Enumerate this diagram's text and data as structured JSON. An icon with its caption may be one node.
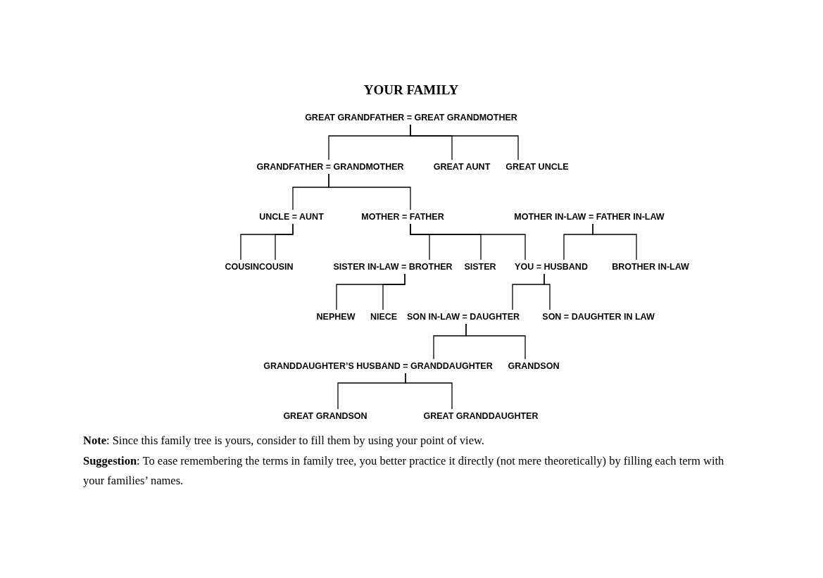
{
  "diagram": {
    "title": "YOUR FAMILY",
    "nodes": [
      {
        "text": [
          "GREAT GRANDFATHER = GREAT GRANDMOTHER"
        ]
      },
      {
        "text": [
          "GRANDFATHER = GRANDMOTHER"
        ]
      },
      {
        "text": [
          "GREAT AUNT"
        ]
      },
      {
        "text": [
          "GREAT UNCLE"
        ]
      },
      {
        "text": [
          "UNCLE = AUNT"
        ]
      },
      {
        "text": [
          "MOTHER = FATHER"
        ]
      },
      {
        "text": [
          "MOTHER IN-LAW = FATHER IN-LAW"
        ]
      },
      {
        "text": [
          "COUSIN"
        ]
      },
      {
        "text": [
          "COUSIN"
        ]
      },
      {
        "text": [
          "SISTER IN-LAW = BROTHER"
        ]
      },
      {
        "text": [
          "SISTER"
        ]
      },
      {
        "text": [
          "YOU = HUSBAND"
        ]
      },
      {
        "text": [
          "BROTHER IN-LAW"
        ]
      },
      {
        "text": [
          "NEPHEW"
        ]
      },
      {
        "text": [
          "NIECE"
        ]
      },
      {
        "text": [
          "SON IN-LAW = DAUGHTER"
        ]
      },
      {
        "text": [
          "SON = DAUGHTER IN LAW"
        ]
      },
      {
        "text": [
          "GRANDDAUGHTER’S HUSBAND = GRANDDAUGHTER"
        ]
      },
      {
        "text": [
          "GRANDSON"
        ]
      },
      {
        "text": [
          "GREAT GRANDSON"
        ]
      },
      {
        "text": [
          "GREAT GRANDDAUGHTER"
        ]
      }
    ],
    "edges": [
      {
        "from": 0,
        "to": 1,
        "arrow": "none"
      },
      {
        "from": 0,
        "to": 2,
        "arrow": "none"
      },
      {
        "from": 0,
        "to": 3,
        "arrow": "none"
      },
      {
        "from": 1,
        "to": 4,
        "arrow": "none"
      },
      {
        "from": 1,
        "to": 5,
        "arrow": "none"
      },
      {
        "from": 4,
        "to": 7,
        "arrow": "none"
      },
      {
        "from": 4,
        "to": 8,
        "arrow": "none"
      },
      {
        "from": 5,
        "to": 9,
        "arrow": "none"
      },
      {
        "from": 5,
        "to": 10,
        "arrow": "none"
      },
      {
        "from": 5,
        "to": 11,
        "arrow": "none"
      },
      {
        "from": 6,
        "to": 11,
        "arrow": "none"
      },
      {
        "from": 6,
        "to": 12,
        "arrow": "none"
      },
      {
        "from": 9,
        "to": 13,
        "arrow": "none"
      },
      {
        "from": 9,
        "to": 14,
        "arrow": "none"
      },
      {
        "from": 11,
        "to": 15,
        "arrow": "none"
      },
      {
        "from": 11,
        "to": 16,
        "arrow": "none"
      },
      {
        "from": 15,
        "to": 17,
        "arrow": "none"
      },
      {
        "from": 15,
        "to": 18,
        "arrow": "none"
      },
      {
        "from": 17,
        "to": 19,
        "arrow": "none"
      },
      {
        "from": 17,
        "to": 20,
        "arrow": "none"
      }
    ],
    "labels": [
      "**Note**: Since this family tree is yours, consider to fill them by using your point of view.",
      "**Suggestion**: To ease remembering the terms in family tree, you better practice it directly (not mere theoretically) by filling each term with your families’ names."
    ]
  }
}
